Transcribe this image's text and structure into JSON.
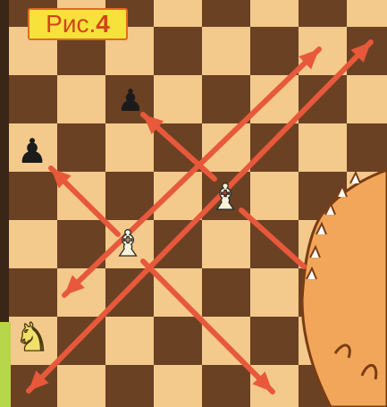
{
  "caption": {
    "prefix": "Рис.",
    "number": "4"
  },
  "colors": {
    "light_square": "#f3c98c",
    "dark_square": "#6b4124",
    "arrow": "#e8583a",
    "caption_bg": "#f6e23a",
    "caption_text": "#d2441e",
    "knight": "#f2e06a",
    "character": "#f2a65a"
  },
  "pieces": [
    {
      "name": "black-pawn",
      "glyph": "♟",
      "color": "#1b1b1b"
    },
    {
      "name": "black-pawn",
      "glyph": "♟",
      "color": "#1b1b1b"
    },
    {
      "name": "white-bishop",
      "glyph": "♝",
      "color": "#f7f2d8"
    },
    {
      "name": "white-bishop",
      "glyph": "♝",
      "color": "#f7f2d8"
    },
    {
      "name": "white-knight",
      "glyph": "♞",
      "color": "#f2e06a"
    }
  ]
}
